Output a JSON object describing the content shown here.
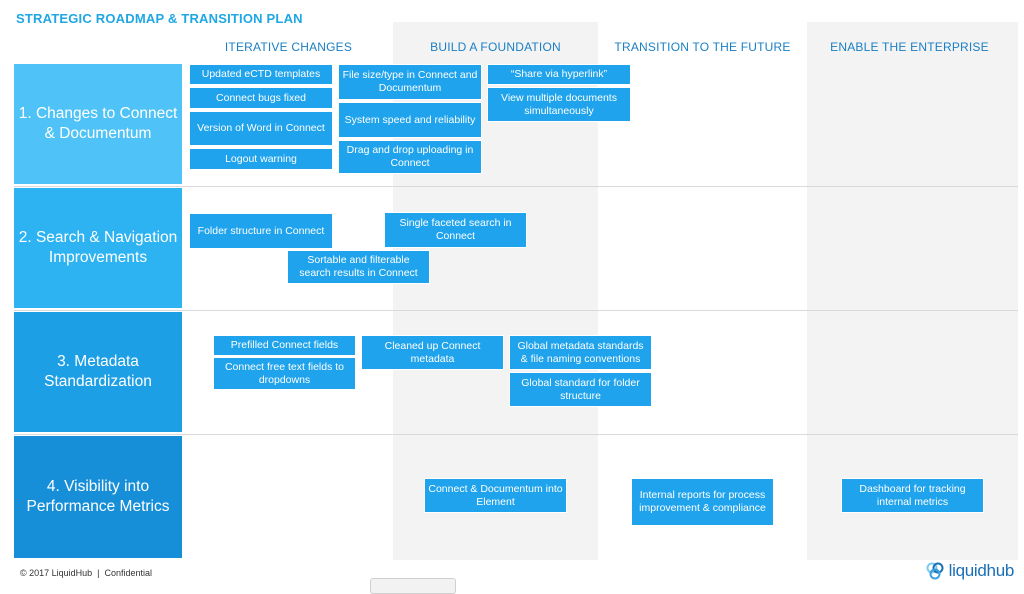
{
  "title": "STRATEGIC ROADMAP & TRANSITION PLAN",
  "columns": [
    "ITERATIVE CHANGES",
    "BUILD A FOUNDATION",
    "TRANSITION TO THE FUTURE",
    "ENABLE THE ENTERPRISE"
  ],
  "rows": [
    "1. Changes to Connect & Documentum",
    "2. Search & Navigation Improvements",
    "3. Metadata Standardization",
    "4. Visibility into Performance Metrics"
  ],
  "items": [
    "Updated eCTD templates",
    "Connect bugs fixed",
    "Version of Word in Connect",
    "Logout warning",
    "File size/type in Connect and Documentum",
    "System speed and reliability",
    "Drag and drop uploading in Connect",
    "“Share via hyperlink”",
    "View multiple documents simultaneously",
    "Folder structure in Connect",
    "Single faceted search in Connect",
    "Sortable and filterable search results in Connect",
    "Prefilled Connect fields",
    "Connect free text fields to dropdowns",
    "Cleaned up Connect metadata",
    "Global metadata standards & file naming conventions",
    "Global standard for folder structure",
    "Connect & Documentum into Element",
    "Internal reports for process improvement & compliance",
    "Dashboard for tracking internal metrics"
  ],
  "footer": "© 2017 LiquidHub  |  Confidential",
  "logo_text": "liquidhub",
  "colors": {
    "accent": "#1fa3ec",
    "row_1": "#4fc3f7",
    "row_2": "#2db3f2",
    "row_3": "#1d9fe6",
    "row_4": "#168fd8",
    "title": "#1fa7e4",
    "header": "#1a7fc4"
  }
}
